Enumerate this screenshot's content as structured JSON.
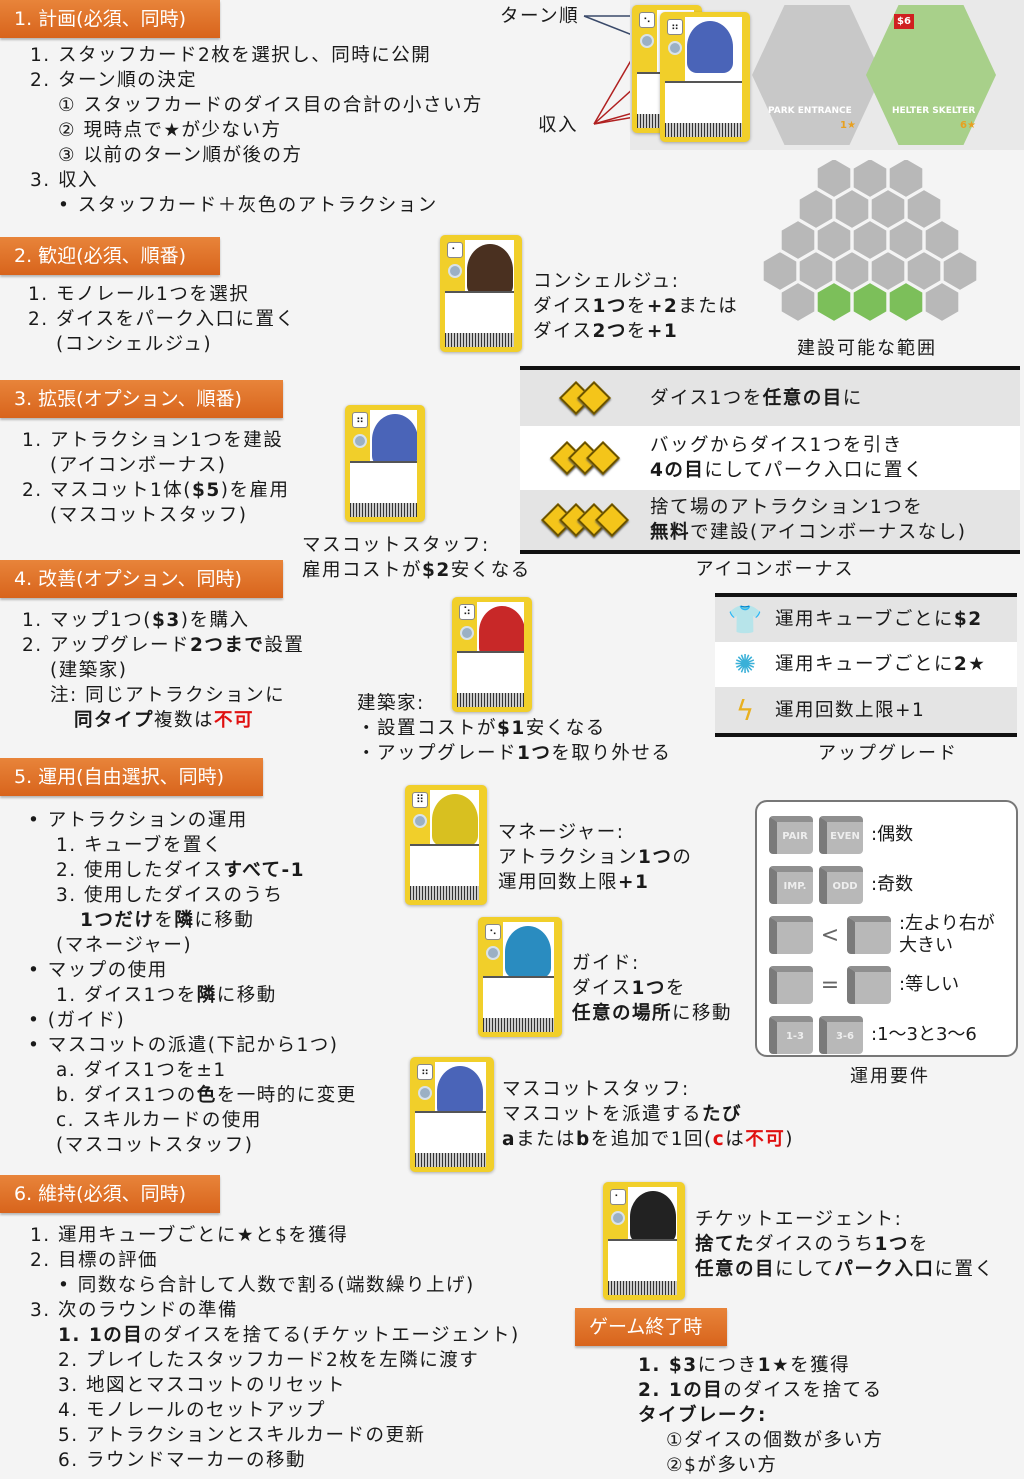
{
  "sections": [
    {
      "header": "1. 計画(必須、同時)",
      "lines": [
        {
          "i": 0,
          "s": [
            "1. スタッフカード2枚を選択し、同時に公開"
          ]
        },
        {
          "i": 0,
          "s": [
            "2. ターン順の決定"
          ]
        },
        {
          "i": 1,
          "s": [
            "① スタッフカードのダイス目の合計の小さい方"
          ]
        },
        {
          "i": 1,
          "s": [
            "② 現時点で★が少ない方"
          ]
        },
        {
          "i": 1,
          "s": [
            "③ 以前のターン順が後の方"
          ]
        },
        {
          "i": 0,
          "s": [
            "3. 収入"
          ]
        },
        {
          "i": 1,
          "s": [
            "•  スタッフカード＋灰色のアトラクション"
          ]
        }
      ]
    },
    {
      "header": "2. 歓迎(必須、順番)",
      "lines": [
        {
          "i": 0,
          "s": [
            "1. モノレール1つを選択"
          ]
        },
        {
          "i": 0,
          "s": [
            "2. ダイスをパーク入口に置く"
          ]
        },
        {
          "i": 1,
          "s": [
            "(コンシェルジュ)"
          ]
        }
      ]
    },
    {
      "header": "3. 拡張(オプション、順番)",
      "lines": [
        {
          "i": 0,
          "s": [
            "1. アトラクション1つを建設"
          ]
        },
        {
          "i": 1,
          "s": [
            "(アイコンボーナス)"
          ]
        },
        {
          "i": 0,
          "s": [
            "2. マスコット1体(",
            {
              "b": "$5"
            },
            ")を雇用"
          ]
        },
        {
          "i": 1,
          "s": [
            "(マスコットスタッフ)"
          ]
        }
      ]
    },
    {
      "header": "4. 改善(オプション、同時)",
      "lines": [
        {
          "i": 0,
          "s": [
            "1. マップ1つ(",
            {
              "b": "$3"
            },
            ")を購入"
          ]
        },
        {
          "i": 0,
          "s": [
            "2. アップグレード",
            {
              "b": "2つまで"
            },
            "設置"
          ]
        },
        {
          "i": 1,
          "s": [
            "(建築家)"
          ]
        },
        {
          "i": 1,
          "s": [
            "注: 同じアトラクションに"
          ]
        },
        {
          "i": 2,
          "s": [
            {
              "b": "同タイプ"
            },
            "複数は",
            {
              "r": "不可"
            }
          ]
        }
      ]
    },
    {
      "header": "5. 運用(自由選択、同時)",
      "lines": [
        {
          "i": 0,
          "s": [
            "•  アトラクションの運用"
          ]
        },
        {
          "i": 1,
          "s": [
            "1. キューブを置く"
          ]
        },
        {
          "i": 1,
          "s": [
            "2. 使用したダイス",
            {
              "b": "すべて-1"
            }
          ]
        },
        {
          "i": 1,
          "s": [
            "3. 使用したダイスのうち"
          ]
        },
        {
          "i": 2,
          "s": [
            {
              "b": "1つだけ"
            },
            "を",
            {
              "b": "隣"
            },
            "に移動"
          ]
        },
        {
          "i": 1,
          "s": [
            "(マネージャー)"
          ]
        },
        {
          "i": 0,
          "s": [
            "•  マップの使用"
          ]
        },
        {
          "i": 1,
          "s": [
            "1. ダイス1つを",
            {
              "b": "隣"
            },
            "に移動"
          ]
        },
        {
          "i": 0,
          "s": [
            "•  (ガイド)"
          ]
        },
        {
          "i": 0,
          "s": [
            "•  マスコットの派遣(下記から1つ)"
          ]
        },
        {
          "i": 1,
          "s": [
            "a. ダイス1つを±1"
          ]
        },
        {
          "i": 1,
          "s": [
            "b. ダイス1つの",
            {
              "b": "色"
            },
            "を一時的に変更"
          ]
        },
        {
          "i": 1,
          "s": [
            "c. スキルカードの使用"
          ]
        },
        {
          "i": 1,
          "s": [
            "(マスコットスタッフ)"
          ]
        }
      ]
    },
    {
      "header": "6. 維持(必須、同時)",
      "lines": [
        {
          "i": 0,
          "s": [
            "1. 運用キューブごとに★と$を獲得"
          ]
        },
        {
          "i": 0,
          "s": [
            "2. 目標の評価"
          ]
        },
        {
          "i": 1,
          "s": [
            "•  同数なら合計して人数で割る(端数繰り上げ)"
          ]
        },
        {
          "i": 0,
          "s": [
            "3. 次のラウンドの準備"
          ]
        },
        {
          "i": 1,
          "s": [
            {
              "b": "1. 1の目"
            },
            "のダイスを捨てる(チケットエージェント)"
          ]
        },
        {
          "i": 1,
          "s": [
            "2. プレイしたスタッフカード2枚を左隣に渡す"
          ]
        },
        {
          "i": 1,
          "s": [
            "3. 地図とマスコットのリセット"
          ]
        },
        {
          "i": 1,
          "s": [
            "4. モノレールのセットアップ"
          ]
        },
        {
          "i": 1,
          "s": [
            "5. アトラクションとスキルカードの更新"
          ]
        },
        {
          "i": 1,
          "s": [
            "6. ラウンドマーカーの移動"
          ]
        }
      ]
    }
  ],
  "game_end": {
    "header": "ゲーム終了時",
    "lines": [
      {
        "i": 0,
        "s": [
          {
            "b": "1. $3"
          },
          "につき",
          {
            "b": "1★"
          },
          "を獲得"
        ]
      },
      {
        "i": 0,
        "s": [
          {
            "b": "2. 1の目"
          },
          "のダイスを捨てる"
        ]
      },
      {
        "i": 0,
        "s": [
          {
            "b": "タイブレーク:"
          }
        ]
      },
      {
        "i": 1,
        "s": [
          "①ダイスの個数が多い方"
        ]
      },
      {
        "i": 1,
        "s": [
          "②$が多い方"
        ]
      }
    ]
  },
  "top_image": {
    "turn_order_label": "ターン順",
    "income_label": "収入",
    "tile1": "PARK ENTRANCE",
    "tile2": "HELTER SKELTER",
    "tile1_stars": "1★",
    "tile2_stars": "6★",
    "tile2_price": "$6"
  },
  "build_area": {
    "caption": "建設可能な範囲"
  },
  "staff": {
    "concierge": {
      "lines": [
        [
          "コンシェルジュ:"
        ],
        [
          "ダイス",
          {
            "b": "1つ"
          },
          "を",
          {
            "b": "+2"
          },
          "または"
        ],
        [
          "ダイス",
          {
            "b": "2つ"
          },
          "を",
          {
            "b": "+1"
          }
        ]
      ]
    },
    "mascot1": {
      "lines": [
        [
          "マスコットスタッフ:"
        ],
        [
          "雇用コストが",
          {
            "b": "$2"
          },
          "安くなる"
        ]
      ]
    },
    "architect": {
      "lines": [
        [
          "建築家:"
        ],
        [
          "・設置コストが",
          {
            "b": "$1"
          },
          "安くなる"
        ],
        [
          "・アップグレード",
          {
            "b": "1つ"
          },
          "を取り外せる"
        ]
      ]
    },
    "manager": {
      "lines": [
        [
          "マネージャー:"
        ],
        [
          "アトラクション",
          {
            "b": "1つ"
          },
          "の"
        ],
        [
          "運用回数上限",
          {
            "b": "+1"
          }
        ]
      ]
    },
    "guide": {
      "lines": [
        [
          "ガイド:"
        ],
        [
          "ダイス",
          {
            "b": "1つ"
          },
          "を"
        ],
        [
          {
            "b": "任意の場所"
          },
          "に移動"
        ]
      ]
    },
    "mascot2": {
      "lines": [
        [
          "マスコットスタッフ:"
        ],
        [
          "マスコットを派遣する",
          {
            "b": "たび"
          }
        ],
        [
          {
            "b": "a"
          },
          "または",
          {
            "b": "b"
          },
          "を追加で1回(",
          {
            "r": "c"
          },
          "は",
          {
            "r": "不可"
          },
          ")"
        ]
      ]
    },
    "ticket": {
      "lines": [
        [
          "チケットエージェント:"
        ],
        [
          {
            "b": "捨てた"
          },
          "ダイスのうち",
          {
            "b": "1つ"
          },
          "を"
        ],
        [
          {
            "b": "任意の目"
          },
          "にして",
          {
            "b": "パーク入口"
          },
          "に置く"
        ]
      ]
    }
  },
  "icon_bonus": {
    "caption": "アイコンボーナス",
    "rows": [
      {
        "icons": 2,
        "lines": [
          [
            "ダイス1つを",
            {
              "b": "任意の目"
            },
            "に"
          ]
        ]
      },
      {
        "icons": 3,
        "lines": [
          [
            "バッグからダイス1つを引き"
          ],
          [
            {
              "b": "4の目"
            },
            "にしてパーク入口に置く"
          ]
        ]
      },
      {
        "icons": 4,
        "lines": [
          [
            "捨て場のアトラクション1つを"
          ],
          [
            {
              "b": "無料"
            },
            "で建設(アイコンボーナスなし)"
          ]
        ]
      }
    ]
  },
  "upgrades": {
    "caption": "アップグレード",
    "rows": [
      {
        "icon": "shirt-icon",
        "lines": [
          [
            "運用キューブごとに",
            {
              "b": "$2"
            }
          ]
        ]
      },
      {
        "icon": "fireworks-icon",
        "lines": [
          [
            "運用キューブごとに",
            {
              "b": "2★"
            }
          ]
        ]
      },
      {
        "icon": "lightning-icon",
        "lines": [
          [
            "運用回数上限+1"
          ]
        ]
      }
    ]
  },
  "requirements": {
    "caption": "運用要件",
    "rows": [
      {
        "cubes": [
          "PAIR",
          "EVEN"
        ],
        "sep": "",
        "label": ":偶数"
      },
      {
        "cubes": [
          "IMP.",
          "ODD"
        ],
        "sep": "",
        "label": ":奇数"
      },
      {
        "cubes": [
          "",
          ""
        ],
        "sep": "<",
        "label": ":左より右が\n大きい"
      },
      {
        "cubes": [
          "",
          ""
        ],
        "sep": "=",
        "label": ":等しい"
      },
      {
        "cubes": [
          "1-3",
          "3-6"
        ],
        "sep": "",
        "label": ":1～3と3～6"
      }
    ]
  },
  "colors": {
    "header": "#e07a30",
    "card": "#f1cf2a",
    "red": "#e01010"
  }
}
